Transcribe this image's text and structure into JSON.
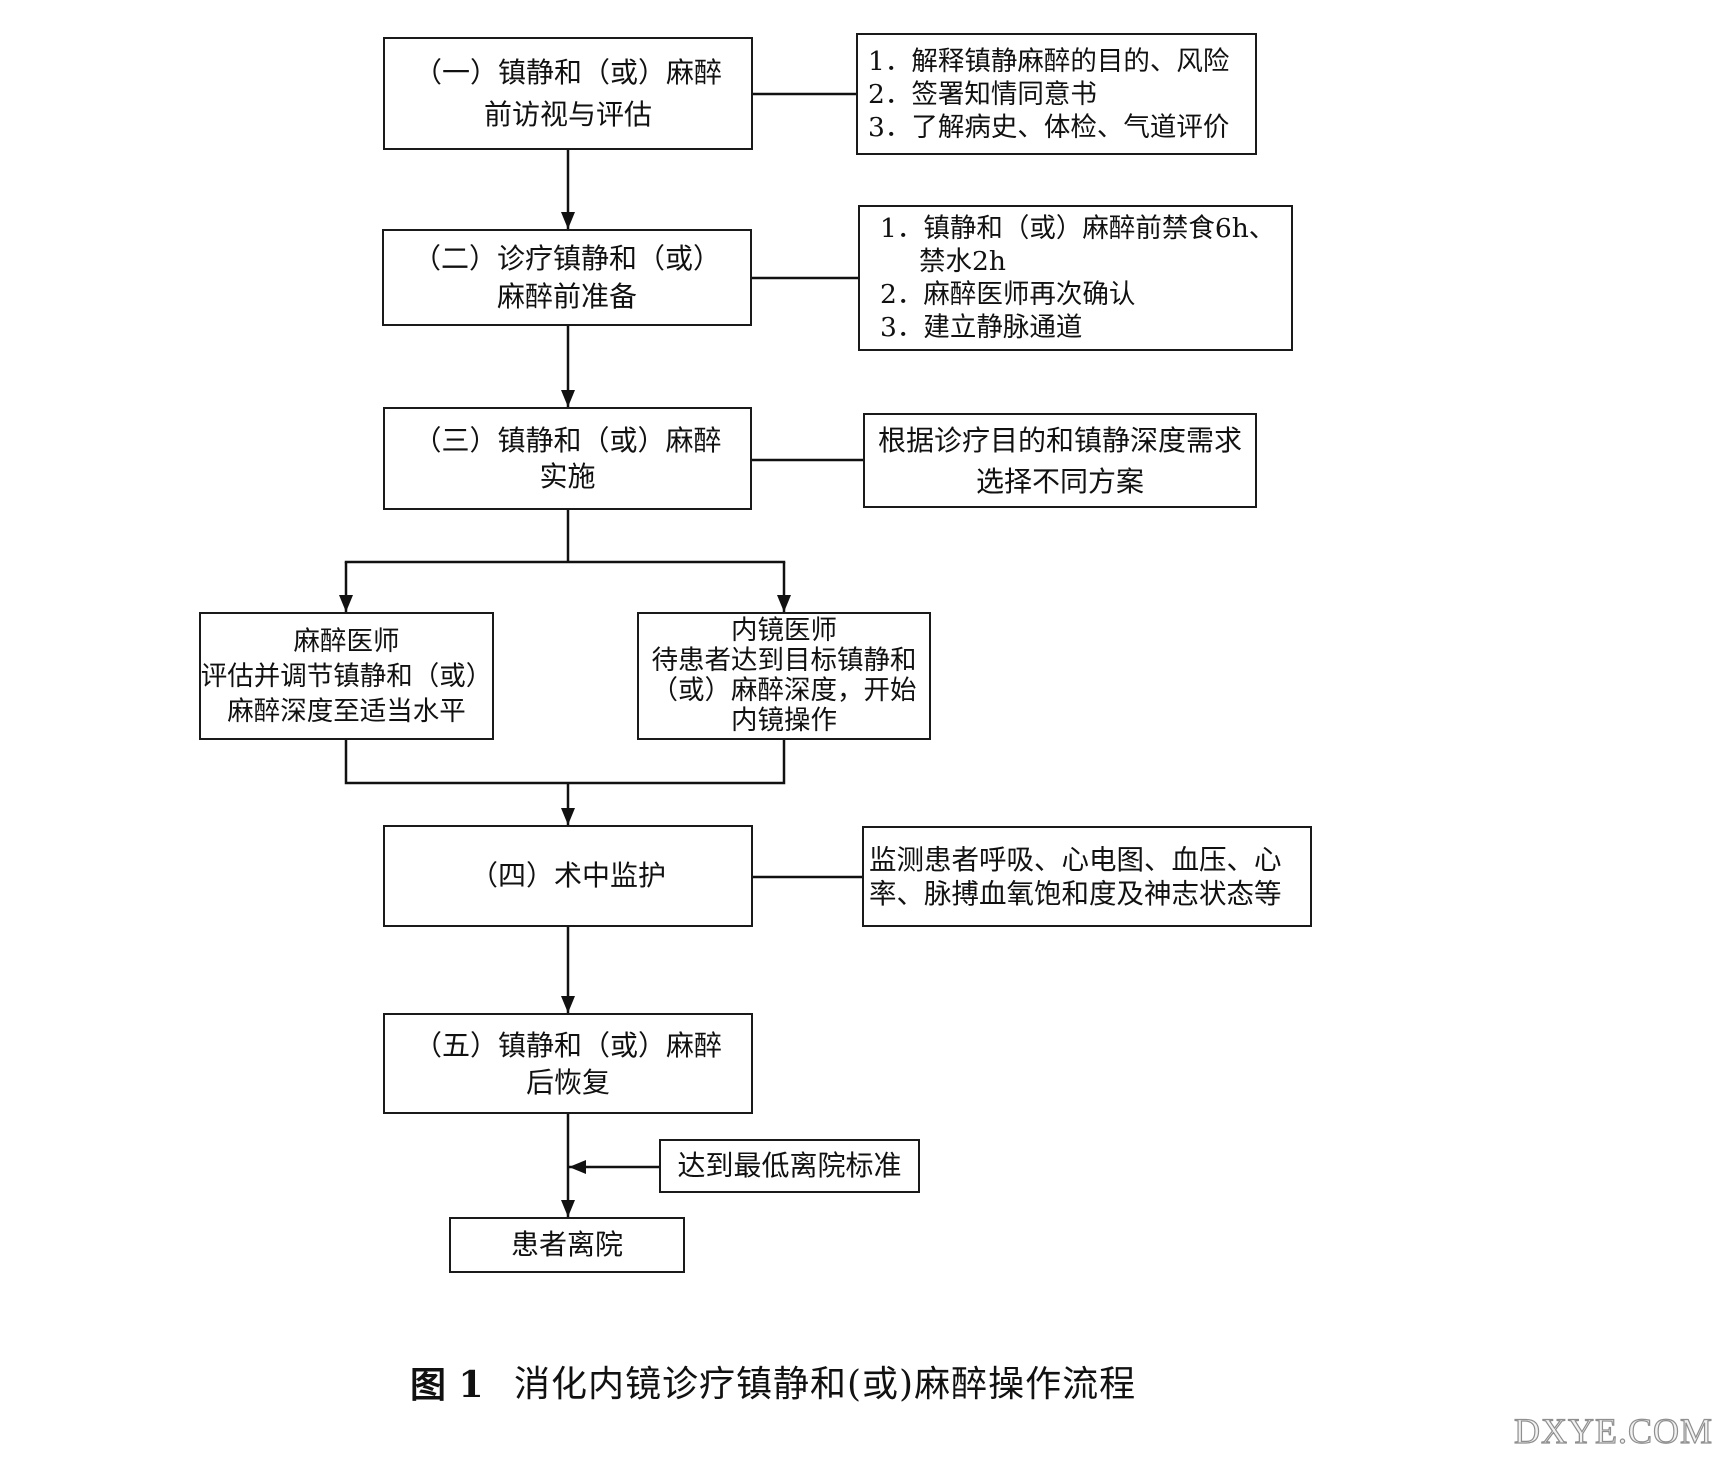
{
  "steps": [
    {
      "lines": [
        "（一）镇静和（或）麻醉",
        "前访视与评估"
      ]
    },
    {
      "lines": [
        "（二）诊疗镇静和（或）",
        "麻醉前准备"
      ]
    },
    {
      "lines": [
        "（三）镇静和（或）麻醉",
        "实施"
      ]
    },
    {
      "lines": [
        "（四）术中监护"
      ]
    },
    {
      "lines": [
        "（五）镇静和（或）麻醉",
        "后恢复"
      ]
    }
  ],
  "notes": [
    {
      "lines": [
        "1．解释镇静麻醉的目的、风险",
        "2．签署知情同意书",
        "3．了解病史、体检、气道评价"
      ]
    },
    {
      "lines": [
        "1．镇静和（或）麻醉前禁食6h、",
        "禁水2h",
        "2．麻醉医师再次确认",
        "3．建立静脉通道"
      ]
    },
    {
      "lines": [
        "根据诊疗目的和镇静深度需求",
        "选择不同方案"
      ]
    },
    {
      "lines": [
        "监测患者呼吸、心电图、血压、心",
        "率、脉搏血氧饱和度及神志状态等"
      ]
    }
  ],
  "roles": [
    {
      "lines": [
        "麻醉医师",
        "评估并调节镇静和（或）",
        "麻醉深度至适当水平"
      ]
    },
    {
      "lines": [
        "内镜医师",
        "待患者达到目标镇静和",
        "（或）麻醉深度，开始",
        "内镜操作"
      ]
    }
  ],
  "discharge_criteria": "达到最低离院标准",
  "discharge": "患者离院",
  "caption": {
    "label": "图 1",
    "text": "消化内镜诊疗镇静和(或)麻醉操作流程"
  },
  "watermark": "DXYE.COM"
}
